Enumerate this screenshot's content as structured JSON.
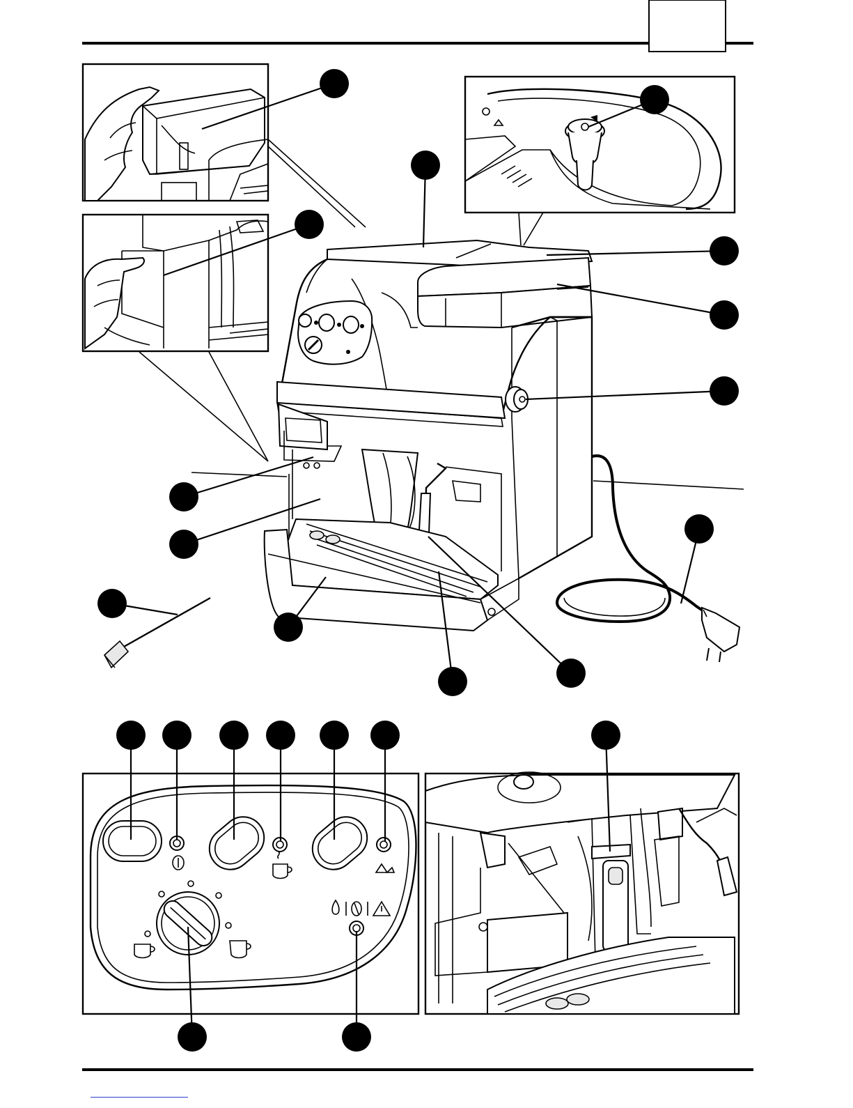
{
  "page": {
    "header_box_label": "",
    "sections": [
      "header",
      "detail-top-left-bean-hopper",
      "detail-mid-left-coffee-spout",
      "detail-top-right-water-filter",
      "main-machine-view",
      "control-panel-detail",
      "brewing-unit-detail",
      "footer"
    ]
  },
  "callouts": {
    "count_machine": 17,
    "count_control_panel": 8,
    "count_brew_unit": 1
  },
  "control_panel": {
    "icons": [
      "power-icon",
      "cup-icon",
      "steam-icon",
      "water-drop-icon",
      "coffee-bean-icon",
      "warning-icon",
      "small-cup-icon",
      "large-cup-icon"
    ]
  },
  "colors": {
    "ink": "#000000",
    "panel_fill": "#e8e8e8",
    "background": "#ffffff",
    "footer_link": "#2a3fd0"
  }
}
